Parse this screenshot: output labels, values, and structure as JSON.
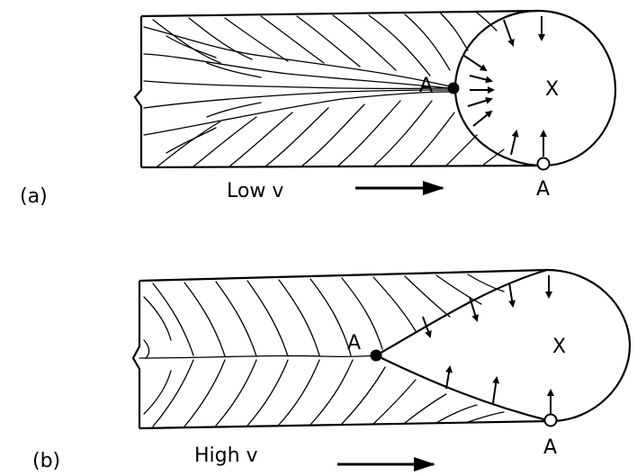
{
  "panels": [
    {
      "id": "a",
      "caption": "(a)",
      "speed_label": "Low v",
      "point_label_weld": "A",
      "point_label_edge": "A",
      "pool_label": "X"
    },
    {
      "id": "b",
      "caption": "(b)",
      "speed_label": "High v",
      "point_label_weld": "A",
      "point_label_edge": "A",
      "pool_label": "X"
    }
  ]
}
